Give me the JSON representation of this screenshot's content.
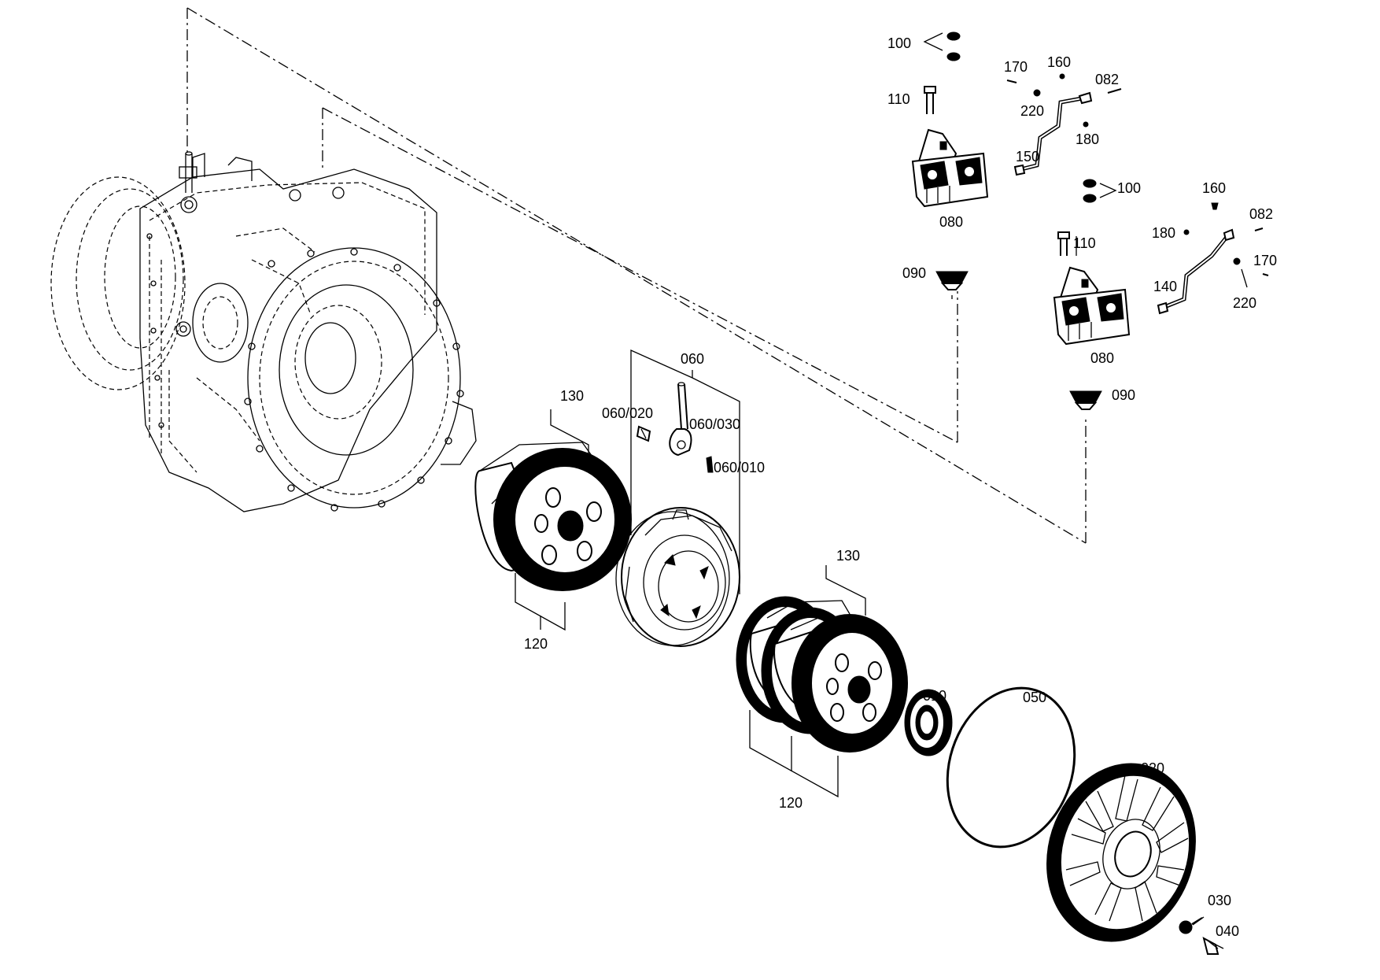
{
  "labels": {
    "p100a": "100",
    "p110a": "110",
    "p170a": "170",
    "p160a": "160",
    "p082a": "082",
    "p220a": "220",
    "p180a": "180",
    "p150": "150",
    "p100b": "100",
    "p080a": "080",
    "p090a": "090",
    "p160b": "160",
    "p082b": "082",
    "p180b": "180",
    "p110b": "110",
    "p170b": "170",
    "p140": "140",
    "p220b": "220",
    "p080b": "080",
    "p090b": "090",
    "p060": "060",
    "p060_020": "060/020",
    "p060_030": "060/030",
    "p060_010": "060/010",
    "p130a": "130",
    "p120a": "120",
    "p130b": "130",
    "p120b": "120",
    "p010": "010",
    "p050": "050",
    "p020": "020",
    "p030": "030",
    "p040": "040"
  }
}
